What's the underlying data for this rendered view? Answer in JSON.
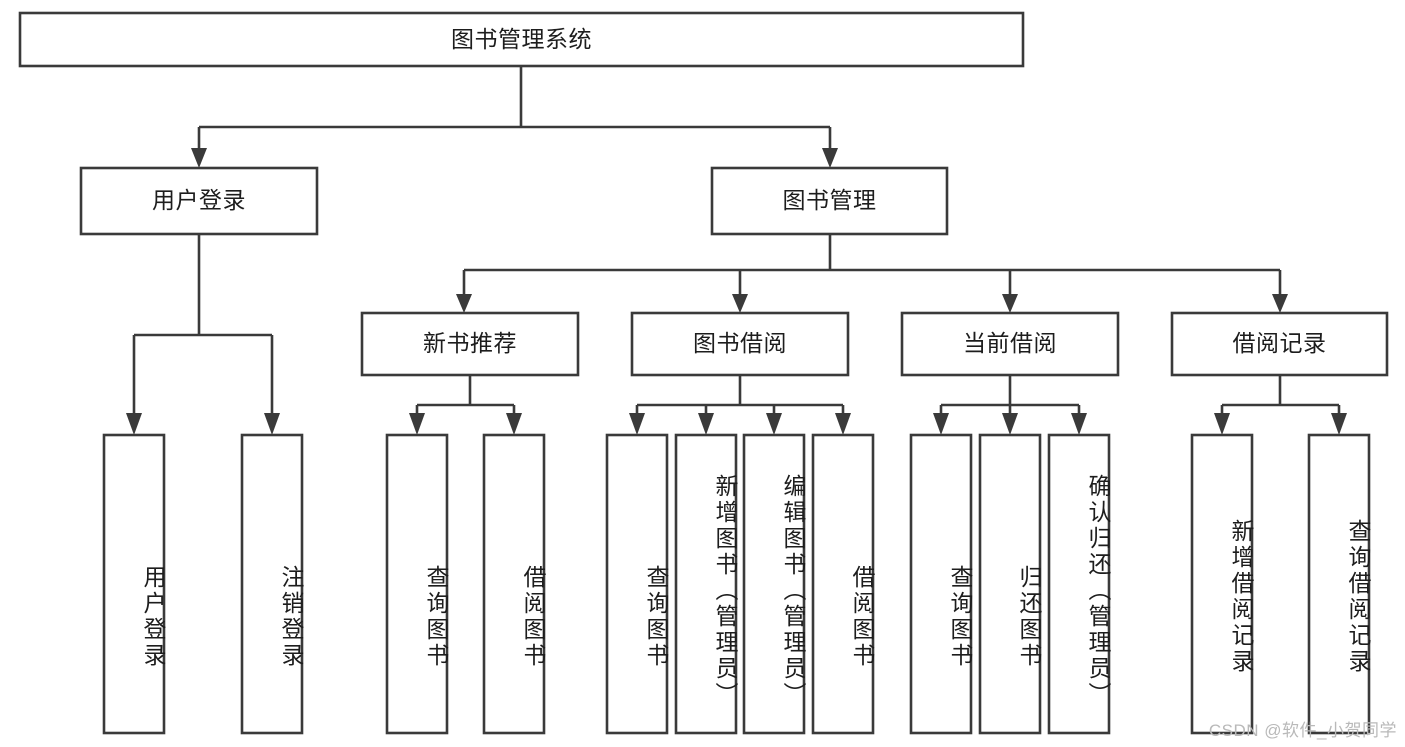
{
  "diagram": {
    "type": "tree-hierarchy",
    "title": "图书管理系统",
    "orientation": "top-down",
    "watermark": "CSDN @软件_小贺同学",
    "colors": {
      "box_stroke": "#3a3a3a",
      "box_fill": "#ffffff",
      "connector": "#3a3a3a",
      "text": "#1d1d1d",
      "watermark": "#b9b9b9",
      "background": "#ffffff"
    },
    "levels": [
      {
        "level": 1,
        "nodes": [
          {
            "id": "root",
            "label": "图书管理系统",
            "orientation": "horizontal"
          }
        ]
      },
      {
        "level": 2,
        "nodes": [
          {
            "id": "user-login",
            "label": "用户登录",
            "orientation": "horizontal",
            "parent": "root"
          },
          {
            "id": "book-manage",
            "label": "图书管理",
            "orientation": "horizontal",
            "parent": "root"
          }
        ]
      },
      {
        "level": 3,
        "nodes": [
          {
            "id": "new-book-recommend",
            "label": "新书推荐",
            "orientation": "horizontal",
            "parent": "book-manage"
          },
          {
            "id": "book-borrow",
            "label": "图书借阅",
            "orientation": "horizontal",
            "parent": "book-manage"
          },
          {
            "id": "current-borrow",
            "label": "当前借阅",
            "orientation": "horizontal",
            "parent": "book-manage"
          },
          {
            "id": "borrow-record",
            "label": "借阅记录",
            "orientation": "horizontal",
            "parent": "book-manage"
          }
        ]
      },
      {
        "level": 4,
        "nodes": [
          {
            "id": "leaf-user-login",
            "label": "用户登录",
            "orientation": "vertical",
            "parent": "user-login"
          },
          {
            "id": "leaf-logout-login",
            "label": "注销登录",
            "orientation": "vertical",
            "parent": "user-login"
          },
          {
            "id": "leaf-query-book-1",
            "label": "查询图书",
            "orientation": "vertical",
            "parent": "new-book-recommend"
          },
          {
            "id": "leaf-borrow-book-1",
            "label": "借阅图书",
            "orientation": "vertical",
            "parent": "new-book-recommend"
          },
          {
            "id": "leaf-query-book-2",
            "label": "查询图书",
            "orientation": "vertical",
            "parent": "book-borrow"
          },
          {
            "id": "leaf-add-book",
            "label": "新增图书（管理员）",
            "orientation": "vertical",
            "parent": "book-borrow"
          },
          {
            "id": "leaf-edit-book",
            "label": "编辑图书（管理员）",
            "orientation": "vertical",
            "parent": "book-borrow"
          },
          {
            "id": "leaf-borrow-book-2",
            "label": "借阅图书",
            "orientation": "vertical",
            "parent": "book-borrow"
          },
          {
            "id": "leaf-query-book-3",
            "label": "查询图书",
            "orientation": "vertical",
            "parent": "current-borrow"
          },
          {
            "id": "leaf-return-book",
            "label": "归还图书",
            "orientation": "vertical",
            "parent": "current-borrow"
          },
          {
            "id": "leaf-confirm-return",
            "label": "确认归还（管理员）",
            "orientation": "vertical",
            "parent": "current-borrow"
          },
          {
            "id": "leaf-add-record",
            "label": "新增借阅记录",
            "orientation": "vertical",
            "parent": "borrow-record"
          },
          {
            "id": "leaf-query-record",
            "label": "查询借阅记录",
            "orientation": "vertical",
            "parent": "borrow-record"
          }
        ]
      }
    ]
  }
}
